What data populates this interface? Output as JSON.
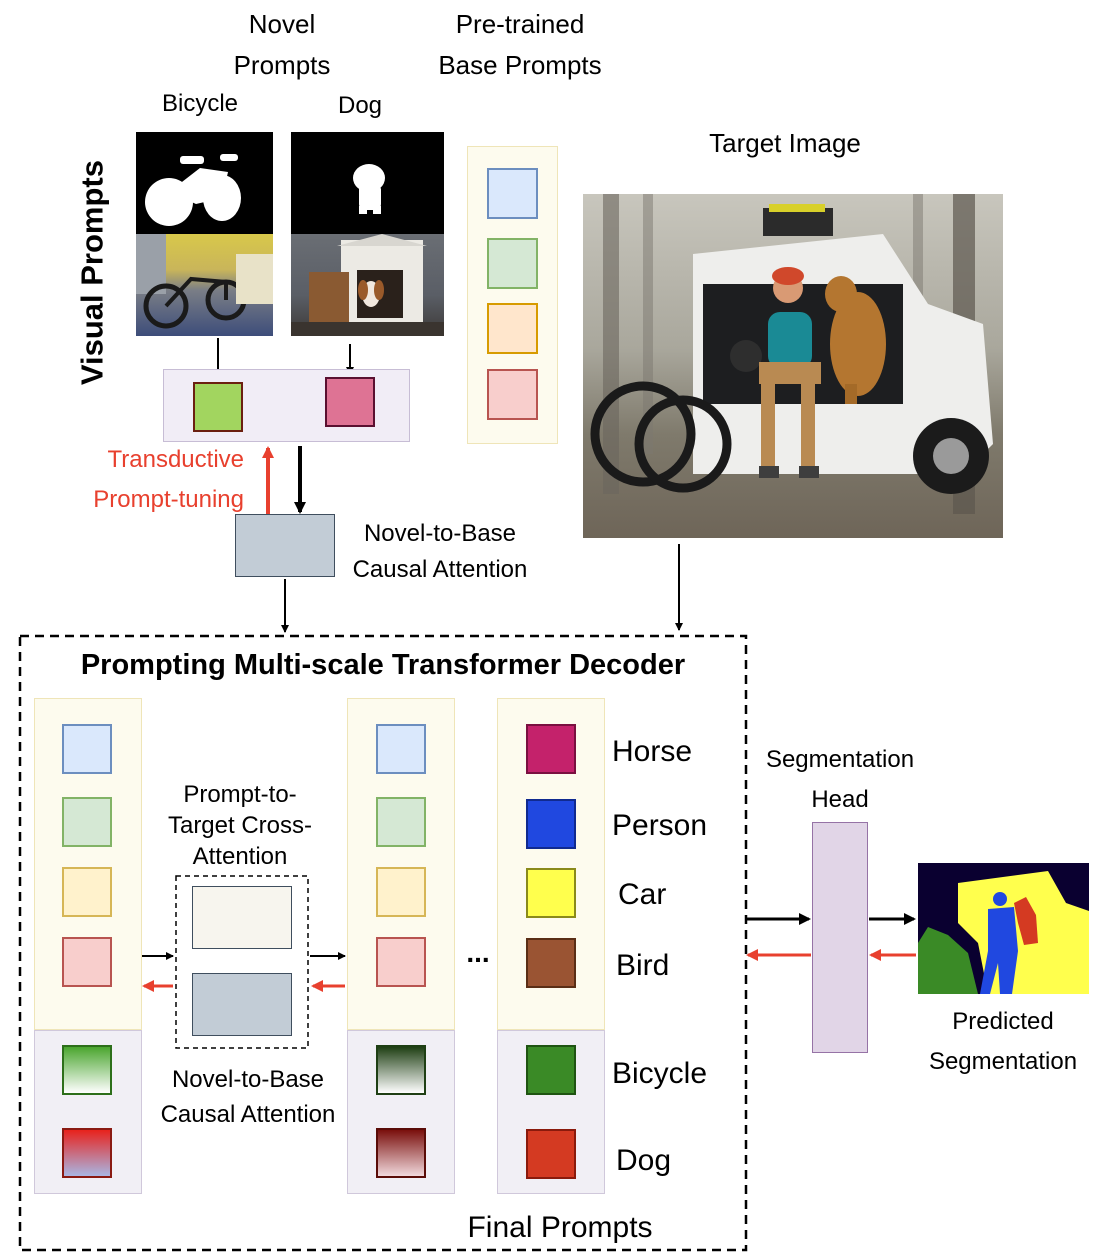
{
  "headers": {
    "novel_prompts": "Novel\nPrompts",
    "pretrained_base_prompts": "Pre-trained\nBase Prompts",
    "visual_prompts": "Visual Prompts",
    "bicycle": "Bicycle",
    "dog": "Dog",
    "target_image": "Target Image"
  },
  "labels": {
    "transductive": "Transductive\nPrompt-tuning",
    "n2b_top": "Novel-to-Base\nCausal Attention",
    "decoder_title": "Prompting Multi-scale Transformer Decoder",
    "p2t": "Prompt-to-\nTarget Cross-\nAttention",
    "n2b_bottom": "Novel-to-Base\nCausal Attention",
    "ellipsis": "...",
    "final_prompts": "Final Prompts",
    "seg_head": "Segmentation\nHead",
    "predicted_seg": "Predicted\nSegmentation"
  },
  "classes": {
    "horse": "Horse",
    "person": "Person",
    "car": "Car",
    "bird": "Bird",
    "bicycle": "Bicycle",
    "dog": "Dog"
  },
  "colors": {
    "arrow_black": "#000000",
    "arrow_red": "#e8402e",
    "text_red": "#e8402e",
    "base_blue": "#dae8fc",
    "base_green": "#d5e8d4",
    "base_orange": "#ffe6cc",
    "base_red": "#f8cecc",
    "novel_green": "#a2d55f",
    "novel_pink": "#de7394",
    "horse": "#c4226b",
    "person": "#2048e0",
    "car": "#ffff4d",
    "bird": "#9a5433",
    "bicycle": "#3a8a26",
    "dog": "#d43a22"
  }
}
